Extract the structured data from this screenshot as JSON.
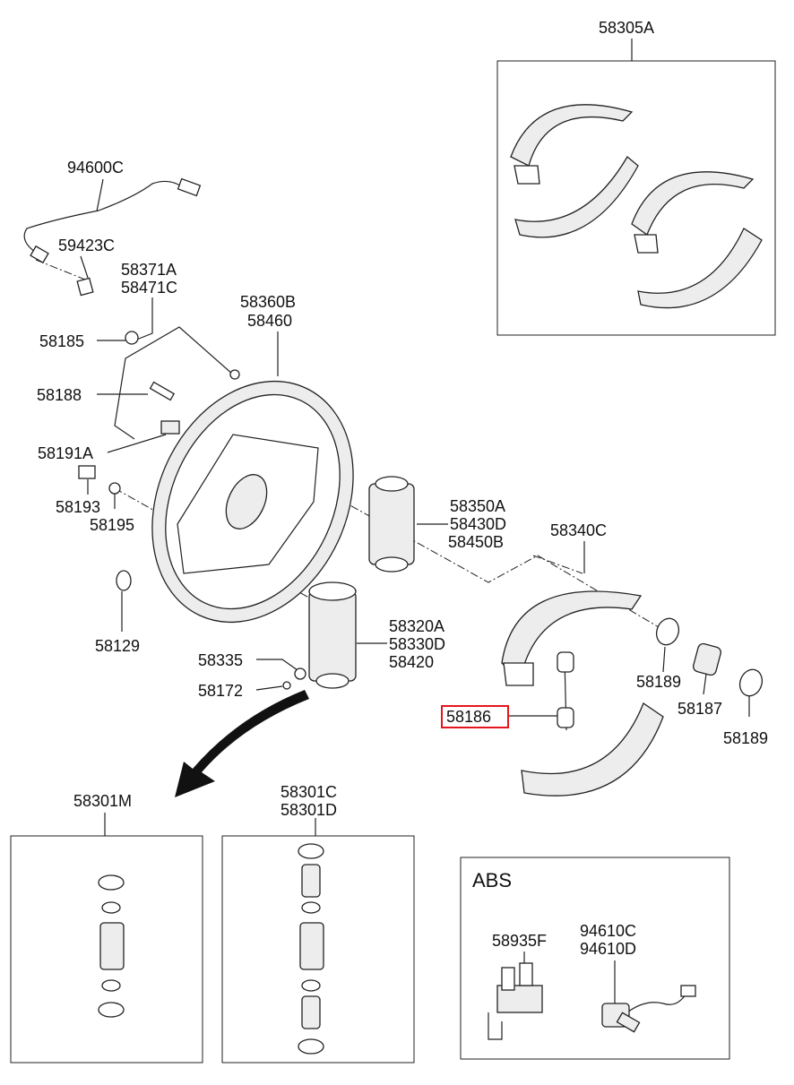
{
  "labels": {
    "kit_58305a": "58305A",
    "sensor_94600c": "94600C",
    "cap_59423c": "59423C",
    "tube_58371a": "58371A",
    "tube_58471c": "58471C",
    "plate_58360b": "58360B",
    "plate_58460": "58460",
    "nut_58185": "58185",
    "bolt_58188": "58188",
    "clip_58191a": "58191A",
    "bolt_58193": "58193",
    "washer_58195": "58195",
    "cyl_58350a": "58350A",
    "cyl_58430d": "58430D",
    "cyl_58450b": "58450B",
    "shoe_58340c": "58340C",
    "ring_58129": "58129",
    "wc_58320a": "58320A",
    "wc_58330d": "58330D",
    "wc_58420": "58420",
    "cap_58335": "58335",
    "bleeder_58172": "58172",
    "spring_58186": "58186",
    "cup_58189_a": "58189",
    "spring_58187": "58187",
    "cup_58189_b": "58189",
    "kit_58301m": "58301M",
    "kit_58301c": "58301C",
    "kit_58301d": "58301D",
    "abs_title": "ABS",
    "abs_58935f": "58935F",
    "abs_94610c": "94610C",
    "abs_94610d": "94610D"
  },
  "highlight_color": "#e8141c"
}
